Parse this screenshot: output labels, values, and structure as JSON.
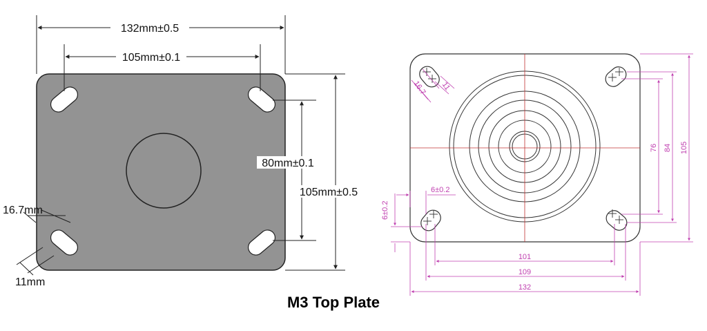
{
  "caption": "M3 Top Plate",
  "left_drawing": {
    "width_label": "132mm±0.5",
    "hole_spacing_x_label": "105mm±0.1",
    "hole_spacing_y_label": "80mm±0.1",
    "height_label": "105mm±0.5",
    "slot_length_label": "16.7mm",
    "slot_width_label": "11mm",
    "plate_color": "#939393"
  },
  "right_drawing": {
    "slot_length": "16.7",
    "slot_width": "11",
    "offset_x": "6±0.2",
    "offset_y": "6±0.2",
    "dim_101": "101",
    "dim_109": "109",
    "dim_132": "132",
    "dim_76": "76",
    "dim_84": "84",
    "dim_105": "105",
    "dimension_color": "#c040b0",
    "centerline_color": "#c03030"
  }
}
